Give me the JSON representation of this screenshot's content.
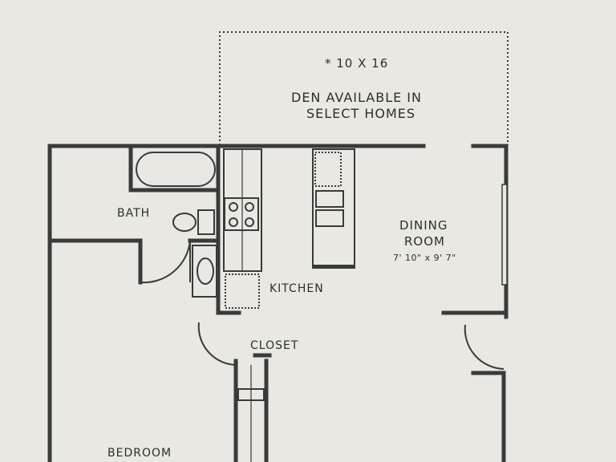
{
  "labels": {
    "den_size": "* 10 X 16",
    "den_line1": "DEN AVAILABLE IN",
    "den_line2": "SELECT HOMES",
    "bath": "BATH",
    "dining_line1": "DINING",
    "dining_line2": "ROOM",
    "dining_size": "7' 10\" x 9' 7\"",
    "kitchen": "KITCHEN",
    "closet": "CLOSET",
    "bedroom": "BEDROOM"
  },
  "colors": {
    "paper": "#e9e8e2",
    "wall": "#3a3a38",
    "text": "#2e2e2c"
  }
}
